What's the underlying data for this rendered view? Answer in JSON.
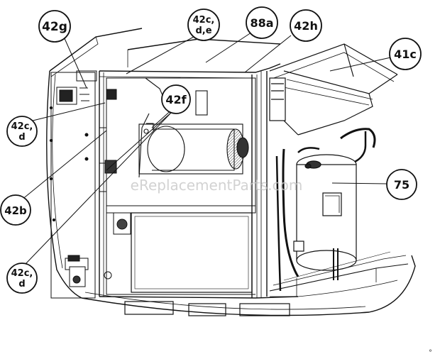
{
  "diagram": {
    "callouts": {
      "c42g": {
        "line1": "42g",
        "line2": ""
      },
      "c42ced": {
        "line1": "42c,",
        "line2": "d,e"
      },
      "c88a": {
        "line1": "88a",
        "line2": ""
      },
      "c42h": {
        "line1": "42h",
        "line2": ""
      },
      "c41c": {
        "line1": "41c",
        "line2": ""
      },
      "c42f": {
        "line1": "42f",
        "line2": ""
      },
      "c42cd_upper": {
        "line1": "42c,",
        "line2": "d"
      },
      "c75": {
        "line1": "75",
        "line2": ""
      },
      "c42b": {
        "line1": "42b",
        "line2": ""
      },
      "c42cd_lower": {
        "line1": "42c,",
        "line2": "d"
      }
    },
    "watermark": "eReplacementParts.com",
    "corner_mark": "°"
  }
}
